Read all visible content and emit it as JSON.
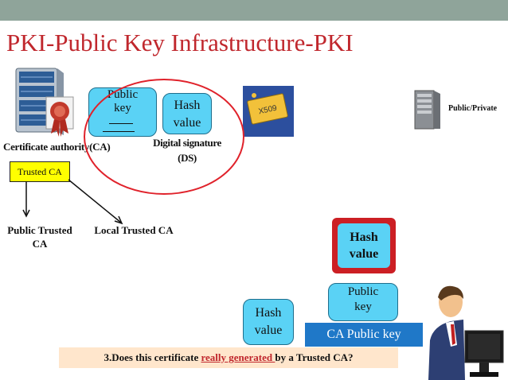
{
  "slide": {
    "title": "PKI-Public Key Infrastructure-PKI",
    "ca_label": "Certificate authority(CA)",
    "trusted_ca": "Trusted CA",
    "public_key": "Public key",
    "hash_value_top": "Hash value",
    "digital_signature": "Digital signature (DS)",
    "x509_label": "X509",
    "public_private": "Public/Private",
    "public_trusted_ca": "Public Trusted CA",
    "local_trusted_ca": "Local Trusted CA",
    "hash_value_red": "Hash value",
    "public_key_bottom": "Public key",
    "hash_value_bottom": "Hash value",
    "ca_public_key": "CA Public key",
    "question_prefix": "3.Does this certificate ",
    "question_highlight": "really generated ",
    "question_suffix": "by a Trusted CA?"
  },
  "colors": {
    "title": "#c0272d",
    "topbar": "#8fa49a",
    "bubble": "#5ad2f5",
    "trusted_ca": "#ffff00",
    "ca_public_key_bar": "#1f78c8",
    "question_bar": "#ffe6cc",
    "circle": "#e0222b"
  },
  "icons": [
    "server-icon",
    "certificate-icon",
    "x509-certificate-icon",
    "server-icon",
    "person-at-computer-icon"
  ]
}
